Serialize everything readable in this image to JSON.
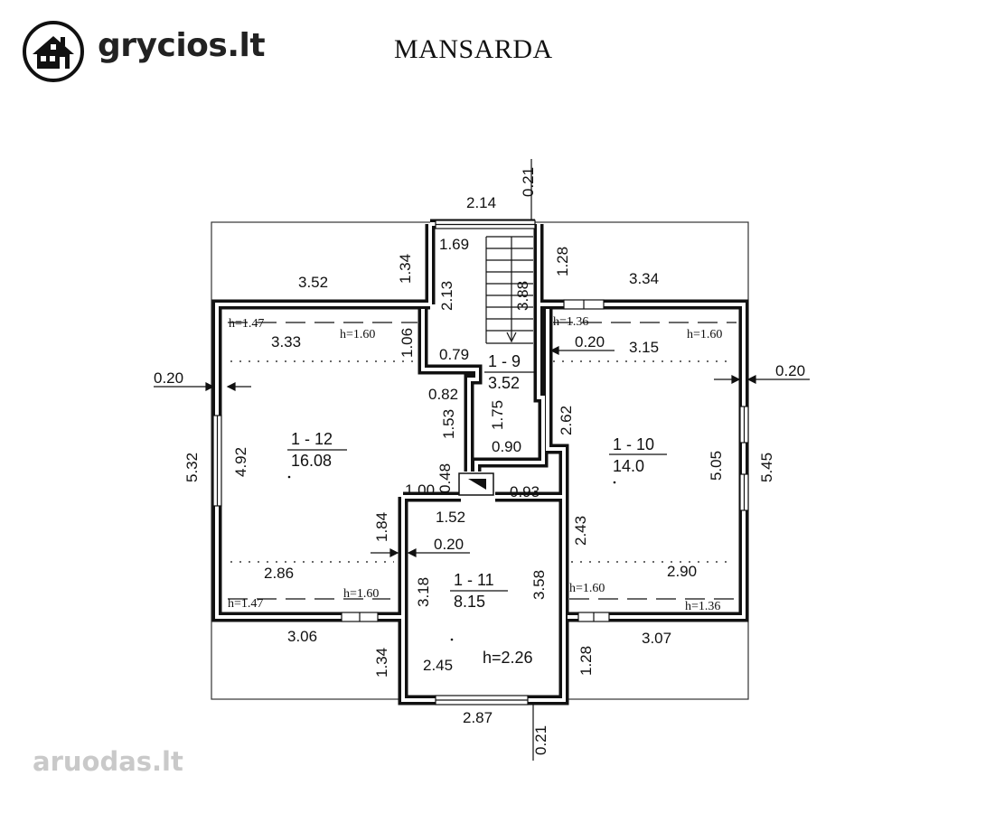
{
  "brand": {
    "name": "grycios.lt",
    "logo_icon": "house-logo-icon"
  },
  "plan_title": "MANSARDA",
  "watermark": {
    "text": "aruodas",
    "tld": ".lt"
  },
  "rooms": {
    "r12": {
      "id": "1 - 12",
      "area": "16.08"
    },
    "r10": {
      "id": "1 - 10",
      "area": "14.0"
    },
    "r9": {
      "id": "1 - 9",
      "area": "3.52"
    },
    "r11": {
      "id": "1 - 11",
      "area": "8.15"
    }
  },
  "heights": {
    "h147_top": "h=1.47",
    "h160_l_top": "h=1.60",
    "h136_top": "h=1.36",
    "h160_r_top": "h=1.60",
    "h147_bot": "h=1.47",
    "h160_l_bot": "h=1.60",
    "h160_r_bot": "h=1.60",
    "h136_bot": "h=1.36",
    "h226": "h=2.26"
  },
  "dims": {
    "d214": "2.14",
    "d021_top": "0.21",
    "d352": "3.52",
    "d134_top": "1.34",
    "d169": "1.69",
    "d128_top": "1.28",
    "d334": "3.34",
    "d213": "2.13",
    "d388": "3.88",
    "d333": "3.33",
    "d106": "1.06",
    "d079": "0.79",
    "d020_mid": "0.20",
    "d315": "3.15",
    "d020_left": "0.20",
    "d020_right": "0.20",
    "d082": "0.82",
    "d153": "1.53",
    "d175": "1.75",
    "d262": "2.62",
    "d532": "5.32",
    "d492": "4.92",
    "d090": "0.90",
    "d505": "5.05",
    "d545": "5.45",
    "d048": "0.48",
    "d100": "1.00",
    "d093": "0.93",
    "d152": "1.52",
    "d184": "1.84",
    "d243": "2.43",
    "d020_b": "0.20",
    "d286": "2.86",
    "d290": "2.90",
    "d318": "3.18",
    "d358": "3.58",
    "d306": "3.06",
    "d307": "3.07",
    "d134_bot": "1.34",
    "d245": "2.45",
    "d128_bot": "1.28",
    "d287": "2.87",
    "d021_bot": "0.21"
  }
}
